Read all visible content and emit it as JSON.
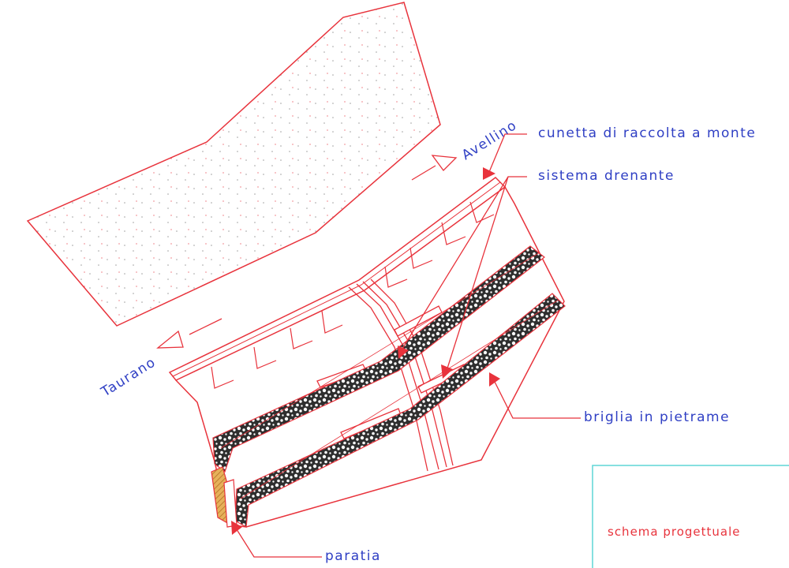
{
  "labels": {
    "avellino": "Avellino",
    "taurano": "Taurano",
    "cunetta": "cunetta di raccolta a monte",
    "sistema": "sistema drenante",
    "briglia": "briglia in pietrame",
    "paratia": "paratia",
    "schema": "schema progettuale"
  },
  "colors": {
    "line": "#e8333c",
    "text_blue": "#2f3fc4",
    "text_red": "#e8333c",
    "gabion": "#3a3a3a",
    "title_box": "#5fd6d6",
    "paratia_fill": "#d9a050"
  }
}
